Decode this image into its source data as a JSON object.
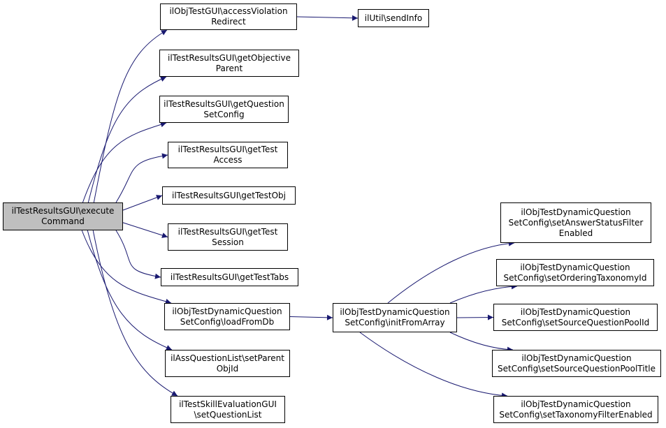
{
  "graph": {
    "edge_color": "#191970",
    "root": {
      "id": "root",
      "lines": [
        "ilTestResultsGUI\\execute",
        "Command"
      ]
    },
    "nodes": [
      {
        "id": "accessViolationRedirect",
        "lines": [
          "ilObjTestGUI\\accessViolation",
          "Redirect"
        ]
      },
      {
        "id": "sendInfo",
        "lines": [
          "ilUtil\\sendInfo"
        ]
      },
      {
        "id": "getObjectiveParent",
        "lines": [
          "ilTestResultsGUI\\getObjective",
          "Parent"
        ]
      },
      {
        "id": "getQuestionSetConfig",
        "lines": [
          "ilTestResultsGUI\\getQuestion",
          "SetConfig"
        ]
      },
      {
        "id": "getTestAccess",
        "lines": [
          "ilTestResultsGUI\\getTest",
          "Access"
        ]
      },
      {
        "id": "getTestObj",
        "lines": [
          "ilTestResultsGUI\\getTestObj"
        ]
      },
      {
        "id": "getTestSession",
        "lines": [
          "ilTestResultsGUI\\getTest",
          "Session"
        ]
      },
      {
        "id": "getTestTabs",
        "lines": [
          "ilTestResultsGUI\\getTestTabs"
        ]
      },
      {
        "id": "loadFromDb",
        "lines": [
          "ilObjTestDynamicQuestion",
          "SetConfig\\loadFromDb"
        ]
      },
      {
        "id": "setParentObjId",
        "lines": [
          "ilAssQuestionList\\setParent",
          "ObjId"
        ]
      },
      {
        "id": "setQuestionList",
        "lines": [
          "ilTestSkillEvaluationGUI",
          "\\setQuestionList"
        ]
      },
      {
        "id": "initFromArray",
        "lines": [
          "ilObjTestDynamicQuestion",
          "SetConfig\\initFromArray"
        ]
      },
      {
        "id": "setAnswerStatusFilterEnabled",
        "lines": [
          "ilObjTestDynamicQuestion",
          "SetConfig\\setAnswerStatusFilter",
          "Enabled"
        ]
      },
      {
        "id": "setOrderingTaxonomyId",
        "lines": [
          "ilObjTestDynamicQuestion",
          "SetConfig\\setOrderingTaxonomyId"
        ]
      },
      {
        "id": "setSourceQuestionPoolId",
        "lines": [
          "ilObjTestDynamicQuestion",
          "SetConfig\\setSourceQuestionPoolId"
        ]
      },
      {
        "id": "setSourceQuestionPoolTitle",
        "lines": [
          "ilObjTestDynamicQuestion",
          "SetConfig\\setSourceQuestionPoolTitle"
        ]
      },
      {
        "id": "setTaxonomyFilterEnabled",
        "lines": [
          "ilObjTestDynamicQuestion",
          "SetConfig\\setTaxonomyFilterEnabled"
        ]
      }
    ],
    "edges": [
      [
        "root",
        "accessViolationRedirect"
      ],
      [
        "accessViolationRedirect",
        "sendInfo"
      ],
      [
        "root",
        "getObjectiveParent"
      ],
      [
        "root",
        "getQuestionSetConfig"
      ],
      [
        "root",
        "getTestAccess"
      ],
      [
        "root",
        "getTestObj"
      ],
      [
        "root",
        "getTestSession"
      ],
      [
        "root",
        "getTestTabs"
      ],
      [
        "root",
        "loadFromDb"
      ],
      [
        "root",
        "setParentObjId"
      ],
      [
        "root",
        "setQuestionList"
      ],
      [
        "loadFromDb",
        "initFromArray"
      ],
      [
        "initFromArray",
        "setAnswerStatusFilterEnabled"
      ],
      [
        "initFromArray",
        "setOrderingTaxonomyId"
      ],
      [
        "initFromArray",
        "setSourceQuestionPoolId"
      ],
      [
        "initFromArray",
        "setSourceQuestionPoolTitle"
      ],
      [
        "initFromArray",
        "setTaxonomyFilterEnabled"
      ]
    ]
  }
}
